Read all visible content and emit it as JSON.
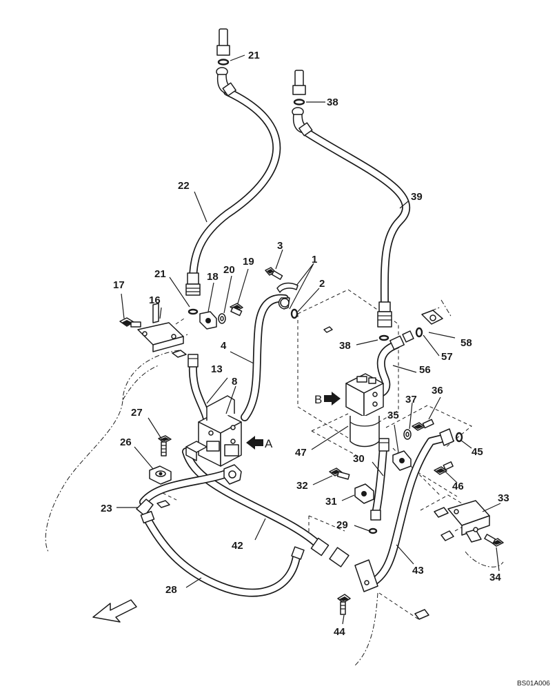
{
  "diagram": {
    "part_labels": {
      "p1": "1",
      "p2": "2",
      "p3": "3",
      "p4": "4",
      "p8": "8",
      "p13": "13",
      "p16": "16",
      "p17": "17",
      "p18": "18",
      "p19": "19",
      "p20": "20",
      "p21a": "21",
      "p21b": "21",
      "p22": "22",
      "p23": "23",
      "p26": "26",
      "p27": "27",
      "p28": "28",
      "p29": "29",
      "p30": "30",
      "p31": "31",
      "p32": "32",
      "p33": "33",
      "p34": "34",
      "p35": "35",
      "p36": "36",
      "p37": "37",
      "p38a": "38",
      "p38b": "38",
      "p39": "39",
      "p42": "42",
      "p43": "43",
      "p44": "44",
      "p45": "45",
      "p46": "46",
      "p47": "47",
      "p56": "56",
      "p57": "57",
      "p58": "58"
    },
    "view_markers": {
      "a": "A",
      "b": "B"
    },
    "drawing_code": "BS01A006"
  }
}
